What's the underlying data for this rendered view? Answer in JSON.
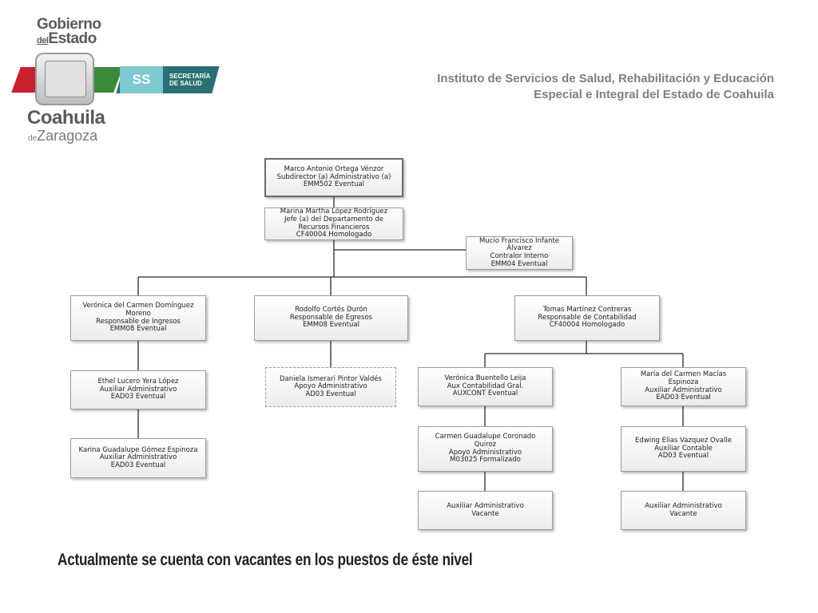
{
  "logo": {
    "gobierno": "Gobierno",
    "del": "del",
    "estado": "Estado",
    "ss": "SS",
    "secretaria_line1": "SECRETARÍA",
    "secretaria_line2": "DE SALUD",
    "coahuila": "Coahuila",
    "de": "de",
    "zaragoza": "Zaragoza"
  },
  "header": {
    "line1": "Instituto de Servicios de Salud, Rehabilitación y Educación",
    "line2": "Especial e Integral del Estado de Coahuila"
  },
  "org": {
    "subdirector": [
      "Marco Antonio Ortega Vénzor",
      "Subdirector (a) Administrativo (a)",
      "EMM502 Eventual"
    ],
    "jefe": [
      "Marina Martha López Rodríguez",
      "Jefe (a) del Departamento de",
      "Recursos Financieros",
      "CF40004 Homologado"
    ],
    "contralor": [
      "Mucio Francisco Infante",
      "Álvarez",
      "Contralor Interno",
      "EMM04 Eventual"
    ],
    "ingresos": [
      "Verónica del Carmen Domínguez",
      "Moreno",
      "Responsable de Ingresos",
      "EMM08 Eventual"
    ],
    "egresos": [
      "Rodolfo Cortés Durón",
      "Responsable de Egresos",
      "EMM08 Eventual"
    ],
    "contabilidad": [
      "Tomas Martínez Contreras",
      "Responsable de Contabilidad",
      "CF40004 Homologado"
    ],
    "ethel": [
      "Ethel Lucero Yera López",
      "Auxiliar Administrativo",
      "EAD03 Eventual"
    ],
    "karina": [
      "Karina Guadalupe Gómez Espinoza",
      "Auxiliar Administrativo",
      "EAD03 Eventual"
    ],
    "daniela": [
      "Daniela Ismerari Pintor Valdés",
      "Apoyo Administrativo",
      "AD03 Eventual"
    ],
    "veronica_b": [
      "Verónica Buentello Leija",
      "Aux Contabilidad Gral.",
      "AUXCONT Eventual"
    ],
    "carmen": [
      "Carmen Guadalupe Coronado",
      "Quiroz",
      "Apoyo Administrativo",
      "M03025 Formalizado"
    ],
    "vacante_left": [
      "Auxiliar Administrativo",
      "Vacante"
    ],
    "maria": [
      "María del Carmen Macías",
      "Espinoza",
      "Auxiliar Administrativo",
      "EAD03 Eventual"
    ],
    "edwing": [
      "Edwing Elias Vazquez Ovalle",
      "Auxiliar Contable",
      "AD03 Eventual"
    ],
    "vacante_right": [
      "Auxiliar Administrativo",
      "Vacante"
    ]
  },
  "footer": "Actualmente se cuenta con vacantes en los puestos de éste nivel"
}
